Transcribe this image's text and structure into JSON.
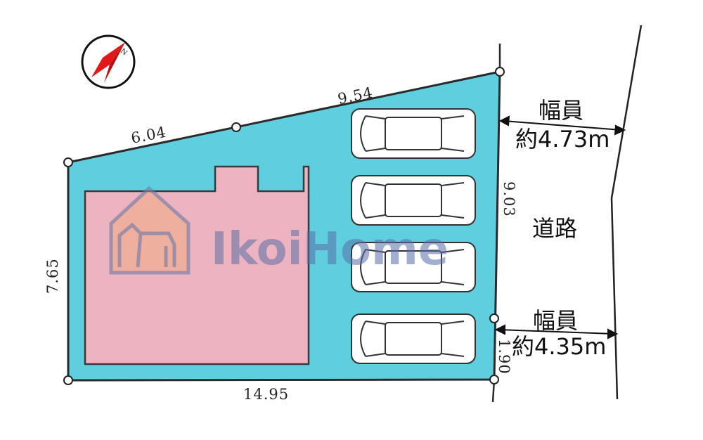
{
  "compass": {
    "icon": "north-arrow-icon",
    "label": "N"
  },
  "lot": {
    "colors": {
      "lot_fill": "#5fcfdf",
      "building_fill": "#eeb3c0",
      "outline": "#2a2a2a"
    },
    "dimensions": {
      "top_left_edge": "6.04",
      "top_right_edge": "9.54",
      "left_edge": "7.65",
      "bottom_edge": "14.95",
      "right_upper_edge": "9.03",
      "right_lower_edge": "1.90"
    },
    "parking_spaces": 4
  },
  "road": {
    "label": "道路",
    "width_upper": {
      "title": "幅員",
      "value": "約4.73m"
    },
    "width_lower": {
      "title": "幅員",
      "value": "約4.35m"
    }
  },
  "watermark": {
    "text": "IkoiHome",
    "icon": "house-horse-logo-icon"
  }
}
